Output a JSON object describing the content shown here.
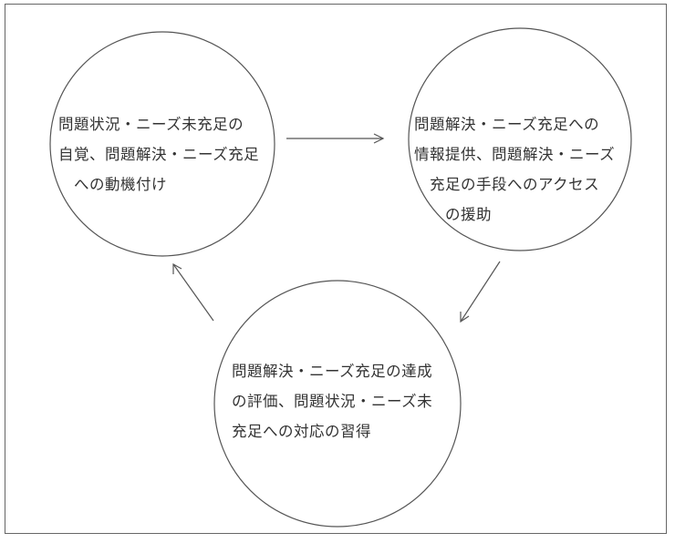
{
  "nodes": [
    {
      "id": "awareness",
      "lines": [
        "問題状況・ニーズ未充足の",
        "自覚、問題解決・ニーズ充足",
        "　への動機付け"
      ]
    },
    {
      "id": "support",
      "lines": [
        "問題解決・ニーズ充足への",
        "情報提供、問題解決・ニーズ",
        "　充足の手段へのアクセス",
        "　　の援助"
      ]
    },
    {
      "id": "evaluation",
      "lines": [
        "問題解決・ニーズ充足の達成",
        "の評価、問題状況・ニーズ未",
        "充足への対応の習得"
      ]
    }
  ],
  "edges": [
    {
      "from": "awareness",
      "to": "support"
    },
    {
      "from": "support",
      "to": "evaluation"
    },
    {
      "from": "evaluation",
      "to": "awareness"
    }
  ]
}
